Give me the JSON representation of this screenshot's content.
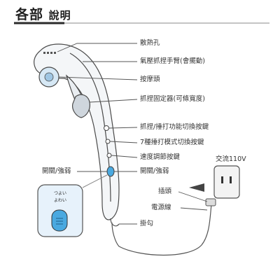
{
  "title": {
    "main": "各部",
    "sub": "說明"
  },
  "labels": {
    "vent": "散熱孔",
    "arm": "氣壓抓捏手臂(會擺動)",
    "head": "按摩頭",
    "holder": "抓捏固定器(可條寬度)",
    "func_switch": "抓捏/捶打功能切換按鍵",
    "mode_switch": "7種捶打模式切換按鍵",
    "speed": "速度調節按鍵",
    "power_right": "開關/強弱",
    "power_left": "開關/強弱",
    "ac": "交流110V",
    "plug": "插頭",
    "cord": "電源線",
    "hook": "掛勾",
    "btn_text_1": "つよい",
    "btn_text_2": "よわい"
  },
  "colors": {
    "title_bar": "#2b2b2b",
    "leader": "#555555",
    "button_blue": "#4aa9e0",
    "zoom_fill": "#e7f2fb"
  }
}
